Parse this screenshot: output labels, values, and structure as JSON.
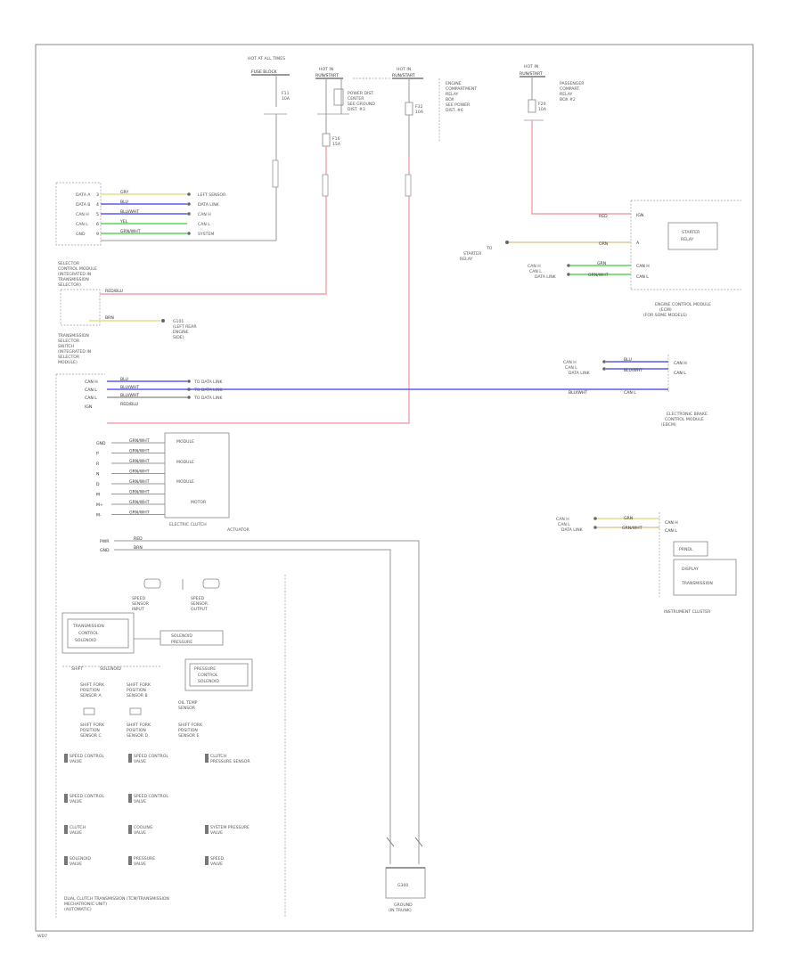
{
  "colors": {
    "red": "#f2a2a8",
    "blue": "#5a5af0",
    "green": "#58d658",
    "yellow": "#e4e08a",
    "orange": "#e0c898",
    "gray": "#999999"
  },
  "top": {
    "hot_fuse": [
      "HOT AT ALL TIMES",
      "FUSE BLOCK"
    ],
    "hot_run_a": [
      "HOT IN",
      "RUN/START"
    ],
    "hot_run_b": [
      "HOT IN",
      "RUN/START"
    ],
    "hot_run_c": [
      "HOT IN",
      "RUN/START"
    ],
    "fuse_note": [
      "POWER DIST.",
      "CENTER",
      "SEE GROUND",
      "DIST. #3"
    ],
    "fuse_note_b": [
      "ENGINE",
      "COMPARTMENT",
      "RELAY",
      "BOX",
      "SEE POWER",
      "DIST. #6"
    ],
    "fuse_note_c": [
      "PASSENGER",
      "COMPART.",
      "RELAY",
      "BOX #2"
    ],
    "fuse_a": [
      "F11",
      "10A"
    ],
    "fuse_b": [
      "F16",
      "15A"
    ],
    "fuse_c": [
      "F32",
      "10A"
    ],
    "fuse_d": [
      "F20",
      "10A"
    ]
  },
  "left": {
    "pins_top": [
      "3",
      "4",
      "5",
      "6",
      "9"
    ],
    "sig_top": [
      "DATA A",
      "DATA B",
      "CAN H",
      "CAN L",
      "GND"
    ],
    "wires_top": [
      "GRY",
      "BLU",
      "BLU/WHT",
      "YEL",
      "GRN/WHT"
    ],
    "dest_top": [
      "LEFT SENSOR",
      "DATA LINK",
      "CAN H",
      "CAN L",
      "SYSTEM"
    ],
    "module_title": [
      "SELECTOR",
      "CONTROL MODULE",
      "(INTEGRATED IN",
      "TRANSMISSION",
      "SELECTOR)"
    ],
    "ign_wire": "RED/BLU",
    "gnd_wire": "BRN",
    "gnd_dest": [
      "G101",
      "(LEFT REAR",
      "ENGINE",
      "SIDE)"
    ],
    "shifter_title": [
      "TRANSMISSION",
      "SELECTOR",
      "SWITCH",
      "(INTEGRATED IN",
      "SELECTOR",
      "MODULE)"
    ]
  },
  "mid": {
    "pins": [
      "CAN H",
      "CAN L",
      "CAN L",
      "IGN"
    ],
    "wires": [
      "BLU",
      "BLU/WHT",
      "BLU/WHT",
      "RED/BLU"
    ],
    "dest": [
      "TO DATA LINK",
      "TO DATA LINK",
      "TO DATA LINK"
    ],
    "multi_pins": [
      "GND",
      "P",
      "R",
      "N",
      "D",
      "M",
      "M+",
      "M-"
    ],
    "multi_wire": "GRN/WHT",
    "clutch_labels": [
      "MODULE",
      "MODULE",
      "MODULE",
      "MOTOR"
    ],
    "clutch_title": [
      "ELECTRIC CLUTCH",
      "ACTUATOR"
    ],
    "pwr_pins": [
      "PWR",
      "GND"
    ],
    "pwr_wires": [
      "RED",
      "BRN"
    ]
  },
  "right": {
    "ecm_title": [
      "ENGINE CONTROL MODULE",
      "(ECM)",
      "(FOR SOME MODELS)"
    ],
    "ecm_box": [
      "STARTER",
      "RELAY"
    ],
    "ecm_pins": [
      "IGN",
      "A",
      "CAN H",
      "CAN L"
    ],
    "ecm_wires": [
      "RED",
      "ORN",
      "GRN",
      "GRN/WHT"
    ],
    "ecm_dest": [
      "TO",
      "STARTER",
      "RELAY"
    ],
    "ecm_dest_b": [
      "CAN H",
      "CAN L",
      "DATA LINK"
    ],
    "ebcm_pins": [
      "CAN H",
      "CAN L"
    ],
    "ebcm_wires": [
      "BLU",
      "BLU/WHT"
    ],
    "ebcm_dest": [
      "CAN H",
      "CAN L",
      "DATA LINK"
    ],
    "ebcm_title": [
      "ELECTRONIC BRAKE",
      "CONTROL MODULE",
      "(EBCM)"
    ],
    "ebcm_pin_b": "CAN L",
    "ebcm_lbl": "BLU/WHT",
    "ic_pins": [
      "CAN H",
      "CAN L"
    ],
    "ic_wires": [
      "GRN",
      "GRN/WHT"
    ],
    "ic_dest": [
      "CAN H",
      "CAN L",
      "DATA LINK"
    ],
    "ic_boxes": [
      "PRNDL",
      "DISPLAY",
      "TRANSMISSION"
    ],
    "ic_title": "INSTRUMENT CLUSTER"
  },
  "legend": {
    "pair_a": [
      "SPEED",
      "SENSOR",
      "INPUT"
    ],
    "pair_b": [
      "SPEED",
      "SENSOR",
      "OUTPUT"
    ],
    "box_left": [
      "TRANSMISSION",
      "CONTROL",
      "SOLENOID"
    ],
    "bar_mid": [
      "SOLENOID",
      "PRESSURE"
    ],
    "box_right": [
      "PRESSURE",
      "CONTROL",
      "SOLENOID"
    ],
    "row_label": [
      "SHIFT",
      "SOLENOID"
    ],
    "sensors": [
      [
        "SHIFT FORK",
        "POSITION",
        "SENSOR A"
      ],
      [
        "SHIFT FORK",
        "POSITION",
        "SENSOR B"
      ],
      [
        "SHIFT FORK",
        "POSITION",
        "SENSOR C"
      ],
      [
        "SHIFT FORK",
        "POSITION",
        "SENSOR D"
      ],
      [
        "SHIFT FORK",
        "POSITION",
        "SENSOR E"
      ],
      [
        "OIL TEMP",
        "SENSOR"
      ]
    ],
    "valves": [
      [
        "SPEED CONTROL",
        "VALVE"
      ],
      [
        "SPEED CONTROL",
        "VALVE"
      ],
      [
        "CLUTCH",
        "PRESSURE SENSOR"
      ],
      [
        "SPEED CONTROL",
        "VALVE"
      ],
      [
        "SPEED CONTROL",
        "VALVE"
      ],
      [
        "CLUTCH",
        "VALVE"
      ],
      [
        "COOLING",
        "VALVE"
      ],
      [
        "SYSTEM PRESSURE",
        "VALVE"
      ],
      [
        "SOLENOID",
        "VALVE"
      ],
      [
        "PRESSURE",
        "VALVE"
      ],
      [
        "SPEED",
        "VALVE"
      ]
    ],
    "bottom_title": [
      "DUAL CLUTCH TRANSMISSION (TCM/TRANSMISSION",
      "MECHATRONIC UNIT)",
      "(AUTOMATIC)"
    ]
  },
  "ground": {
    "label": "G300",
    "title": [
      "GROUND",
      "(IN TRUNK)"
    ]
  },
  "footer": "WD7"
}
